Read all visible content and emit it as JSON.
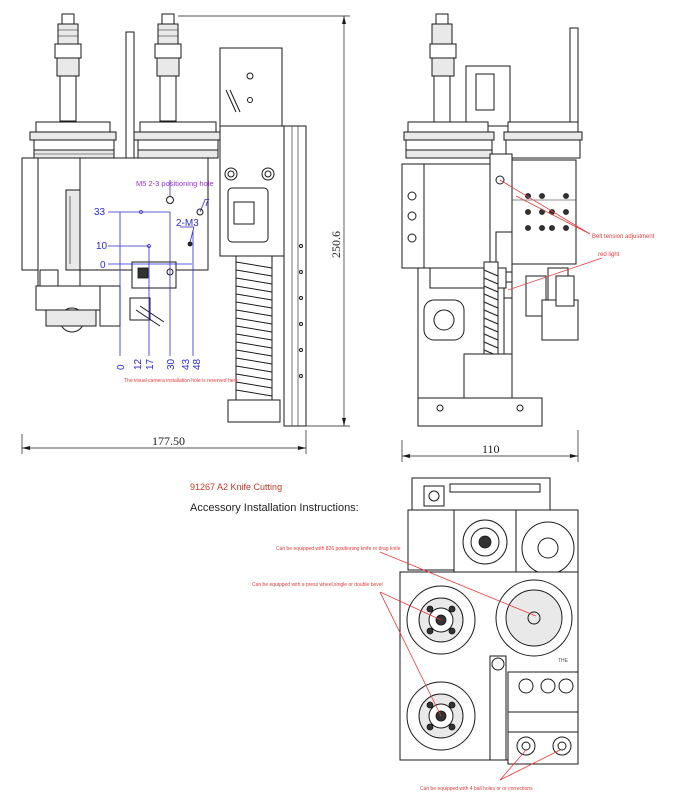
{
  "document": {
    "title_red": "91267 A2 Knife Cutting",
    "subtitle": "Accessory Installation Instructions:"
  },
  "dimensions": {
    "width_left": "177.50",
    "height_left": "250.6",
    "width_right": "110"
  },
  "left_view": {
    "positioning_hole": "M5 2-3 positioning hole",
    "thread_label": "2-M3",
    "y_labels": [
      "33",
      "10",
      "0"
    ],
    "x_labels": [
      "0",
      "12",
      "17",
      "30",
      "43",
      "48"
    ],
    "top_right_label": "7",
    "camera_note": "The visual camera installation hole is reserved here"
  },
  "right_view": {
    "belt_note": "Belt tension adjustment",
    "red_light": "red light"
  },
  "bottom_view": {
    "note_drag_knife": "Can be equipped with 826 positioning knife or drag knife",
    "note_press_wheel": "Can be equipped with a press wheel,single or double bevel",
    "note_bottom": "Can be equipped with 4 ball holes or or corrections",
    "mark": "THE"
  }
}
